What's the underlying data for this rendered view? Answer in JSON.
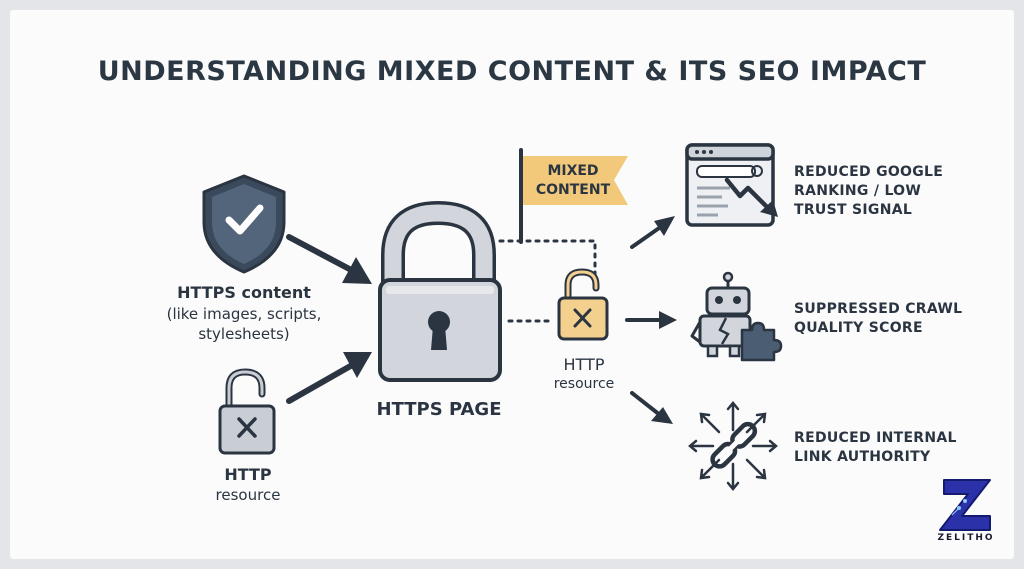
{
  "title": "UNDERSTANDING MIXED CONTENT & ITS SEO IMPACT",
  "left": {
    "https_content_title": "HTTPS content",
    "https_content_desc_line1": "(like images, scripts,",
    "https_content_desc_line2": "stylesheets)",
    "http_title": "HTTP",
    "http_desc": "resource"
  },
  "center": {
    "https_page_label": "HTTPS PAGE",
    "flag_line1": "MIXED",
    "flag_line2": "CONTENT",
    "http_title": "HTTP",
    "http_desc": "resource"
  },
  "impacts": [
    {
      "line1": "REDUCED GOOGLE",
      "line2": "RANKING / LOW",
      "line3": "TRUST SIGNAL",
      "icon": "browser-ranking-drop-icon"
    },
    {
      "line1": "SUPPRESSED CRAWL",
      "line2": "QUALITY SCORE",
      "icon": "broken-robot-icon"
    },
    {
      "line1": "REDUCED INTERNAL",
      "line2": "LINK AUTHORITY",
      "icon": "broken-link-icon"
    }
  ],
  "logo": {
    "text": "ZELITHO",
    "icon": "zelitho-logo-icon"
  },
  "colors": {
    "ink": "#2b3541",
    "icon_fill": "#d2d6dc",
    "flag_fill": "#f2c97a",
    "http_lock_fill": "#f4d08e",
    "shield_fill": "#3a4a5c"
  }
}
